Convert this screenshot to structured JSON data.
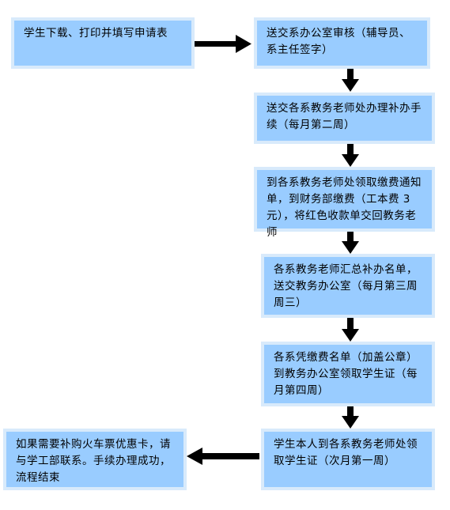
{
  "nodes": [
    {
      "id": "n1",
      "text": "学生下载、打印并填写申请表"
    },
    {
      "id": "n2",
      "text": "送交系办公室审核（辅导员、系主任签字）"
    },
    {
      "id": "n3",
      "text": "送交各系教务老师处办理补办手续（每月第二周）"
    },
    {
      "id": "n4",
      "text": "到各系教务老师处领取缴费通知单，到财务部缴费（工本费 3 元），将红色收款单交回教务老师"
    },
    {
      "id": "n5",
      "text": "各系教务老师汇总补办名单，送交教务办公室（每月第三周周三）"
    },
    {
      "id": "n6",
      "text": "各系凭缴费名单（加盖公章）到教务办公室领取学生证（每月第四周）"
    },
    {
      "id": "n7",
      "text": "学生本人到各系教务老师处领取学生证（次月第一周）"
    },
    {
      "id": "n8",
      "text": "如果需要补购火车票优惠卡，请与学工部联系。手续办理成功，流程结束"
    }
  ],
  "colors": {
    "node_fill": "#99ccff",
    "node_border": "#d8eafb",
    "arrow": "#000000",
    "background": "#ffffff"
  }
}
